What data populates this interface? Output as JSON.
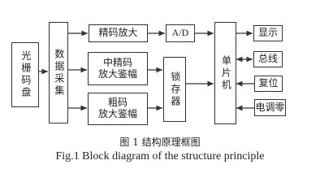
{
  "diagram": {
    "blocks": {
      "encoder": "光栅码盘",
      "acquisition": "数据采集",
      "fine_amp": "精码放大",
      "ad": "A/D",
      "medium_amp": "中精码\n放大鉴幅",
      "coarse_amp": "粗码\n放大鉴幅",
      "latch": "锁存器",
      "mcu": "单片机",
      "display": "显示",
      "bus": "总线",
      "reset": "复位",
      "zeroing": "电调零"
    }
  },
  "captions": {
    "chinese": "图 1  结构原理框图",
    "english": "Fig.1 Block diagram of the structure principle"
  },
  "colors": {
    "line": "#333333",
    "text": "#222222"
  }
}
